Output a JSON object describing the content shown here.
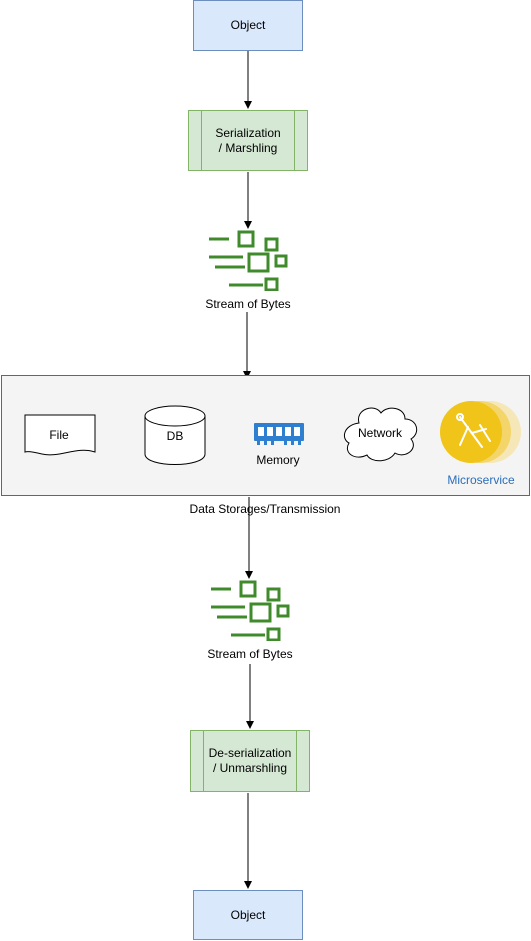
{
  "nodes": {
    "object_top": "Object",
    "serialization": [
      "Serialization",
      "/ Marshling"
    ],
    "stream_top": "Stream of Bytes",
    "storage_caption": "Data Storages/Transmission",
    "stream_bottom": "Stream of Bytes",
    "deserialization": [
      "De-serialization",
      "/ Unmarshling"
    ],
    "object_bottom": "Object"
  },
  "storage_items": {
    "file": "File",
    "db": "DB",
    "memory": "Memory",
    "network": "Network",
    "microservice": "Microservice"
  },
  "icons": [
    "stream-of-bytes-icon",
    "file-icon",
    "database-icon",
    "memory-icon",
    "cloud-icon",
    "microservice-icon"
  ],
  "colors": {
    "object_fill": "#dae8fc",
    "object_stroke": "#6c8ebf",
    "process_fill": "#d5e8d4",
    "process_stroke": "#82b366",
    "stream_green": "#3f8a2b",
    "panel_fill": "#f4f4f4",
    "microservice_label": "#2a6ebb",
    "microservice_gold": "#f0c419"
  }
}
